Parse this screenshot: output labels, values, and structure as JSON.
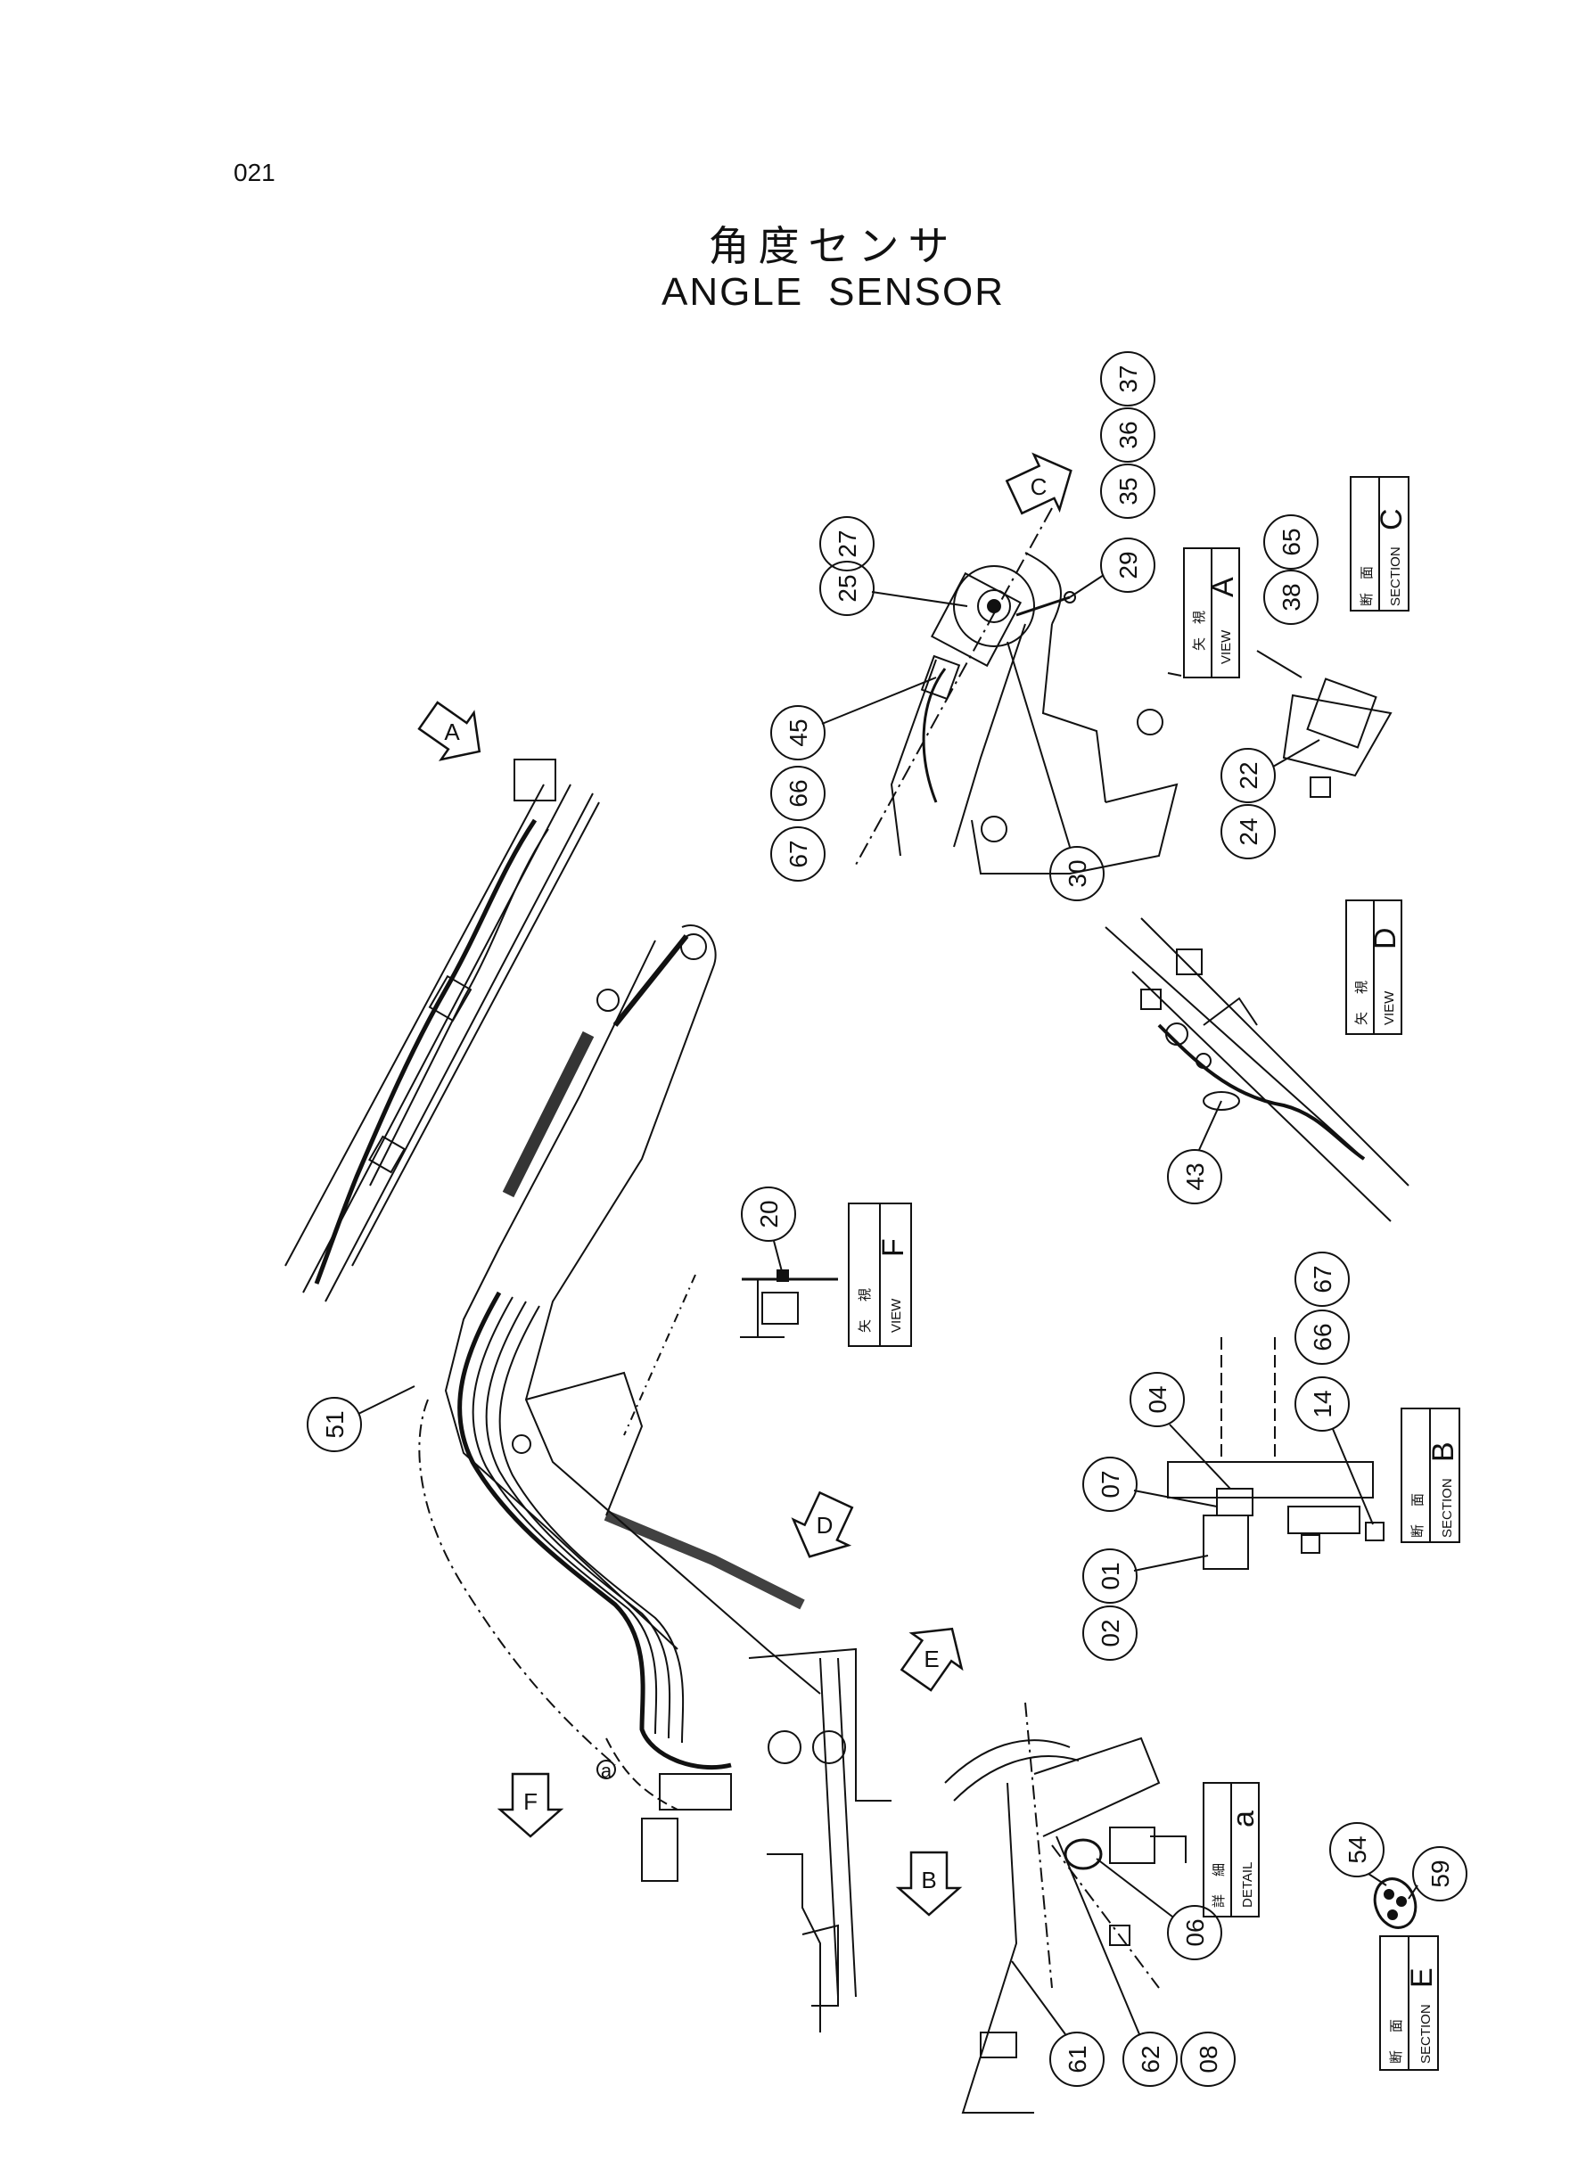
{
  "page_number": "021",
  "title": {
    "jp": "角度センサ",
    "en_words": [
      "ANGLE",
      "SENSOR"
    ]
  },
  "callouts": {
    "c27": "27",
    "c25": "25",
    "c37": "37",
    "c36": "36",
    "c35": "35",
    "c29": "29",
    "c45": "45",
    "c66a": "66",
    "c67a": "67",
    "c30": "30",
    "c65": "65",
    "c38": "38",
    "c22": "22",
    "c24": "24",
    "c43": "43",
    "c20": "20",
    "c51": "51",
    "c04": "04",
    "c07": "07",
    "c01": "01",
    "c02": "02",
    "c67b": "67",
    "c66b": "66",
    "c14": "14",
    "c06": "06",
    "c61": "61",
    "c62": "62",
    "c08": "08",
    "c54": "54",
    "c59": "59"
  },
  "view_boxes": {
    "A": {
      "jp1": "矢",
      "jp2": "視",
      "en": "VIEW",
      "letter": "A"
    },
    "C": {
      "jp1": "断",
      "jp2": "面",
      "en": "SECTION",
      "letter": "C"
    },
    "D": {
      "jp1": "矢",
      "jp2": "視",
      "en": "VIEW",
      "letter": "D"
    },
    "F": {
      "jp1": "矢",
      "jp2": "視",
      "en": "VIEW",
      "letter": "F"
    },
    "B": {
      "jp1": "断",
      "jp2": "面",
      "en": "SECTION",
      "letter": "B"
    },
    "a": {
      "jp1": "詳",
      "jp2": "細",
      "en": "DETAIL",
      "letter": "a"
    },
    "E": {
      "jp1": "断",
      "jp2": "面",
      "en": "SECTION",
      "letter": "E"
    }
  },
  "view_arrows": {
    "A": "A",
    "C": "C",
    "D": "D",
    "E": "E",
    "F": "F",
    "B": "B",
    "a": "a"
  }
}
